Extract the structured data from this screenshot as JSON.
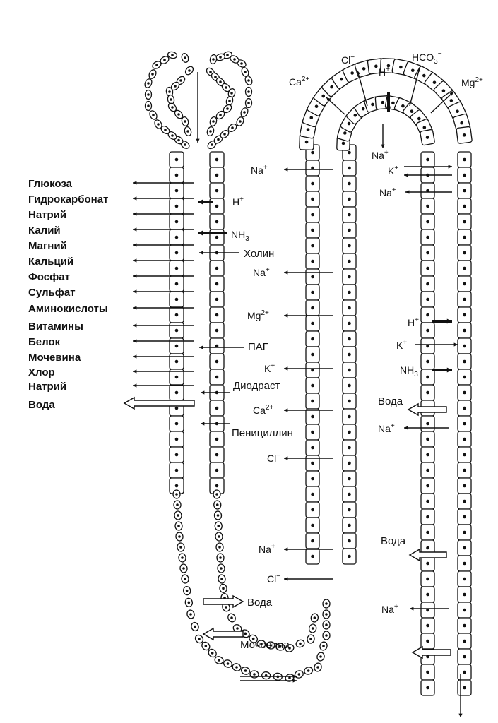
{
  "left_labels": [
    {
      "text": "Глюкоза"
    },
    {
      "text": "Гидрокарбонат"
    },
    {
      "text": "Натрий"
    },
    {
      "text": "Калий"
    },
    {
      "text": "Магний"
    },
    {
      "text": "Кальций"
    },
    {
      "text": "Фосфат"
    },
    {
      "text": "Сульфат"
    },
    {
      "text": "Аминокислоты"
    },
    {
      "text": "Витамины"
    },
    {
      "text": "Белок"
    },
    {
      "text": "Мочевина"
    },
    {
      "text": "Хлор"
    },
    {
      "text": "Натрий"
    },
    {
      "text": "Вода"
    }
  ],
  "proximal_secretion": [
    {
      "text": "H",
      "sup": "+"
    },
    {
      "text": "NH",
      "sub": "3"
    },
    {
      "text": "Холин"
    },
    {
      "text": "ПАГ"
    },
    {
      "text": "Диодраст"
    },
    {
      "text": "Пенициллин"
    }
  ],
  "descending_limb": [
    {
      "text": "Na",
      "sup": "+"
    },
    {
      "text": "Na",
      "sup": "+"
    },
    {
      "text": "Mg",
      "sup": "2+"
    },
    {
      "text": "K",
      "sup": "+"
    },
    {
      "text": "Ca",
      "sup": "2+"
    },
    {
      "text": "Cl",
      "sup": "−"
    },
    {
      "text": "Na",
      "sup": "+"
    },
    {
      "text": "Cl",
      "sup": "−"
    }
  ],
  "loop_bottom": [
    {
      "text": "Вода"
    },
    {
      "text": "Мочевина"
    }
  ],
  "top_ions": [
    {
      "text": "Ca",
      "sup": "2+"
    },
    {
      "text": "Cl",
      "sup": "−"
    },
    {
      "text": "H",
      "sup": "+"
    },
    {
      "text": "HCO",
      "sub": "3",
      "sup": "−"
    },
    {
      "text": "Mg",
      "sup": "2+"
    },
    {
      "text": "Na",
      "sup": "+"
    }
  ],
  "right_ions": [
    {
      "text": "K",
      "sup": "+"
    },
    {
      "text": "Na",
      "sup": "+"
    },
    {
      "text": "H",
      "sup": "+"
    },
    {
      "text": "K",
      "sup": "+"
    },
    {
      "text": "NH",
      "sub": "3"
    },
    {
      "text": "Вода"
    },
    {
      "text": "Na",
      "sup": "+"
    },
    {
      "text": "Вода"
    },
    {
      "text": "Na",
      "sup": "+"
    }
  ]
}
